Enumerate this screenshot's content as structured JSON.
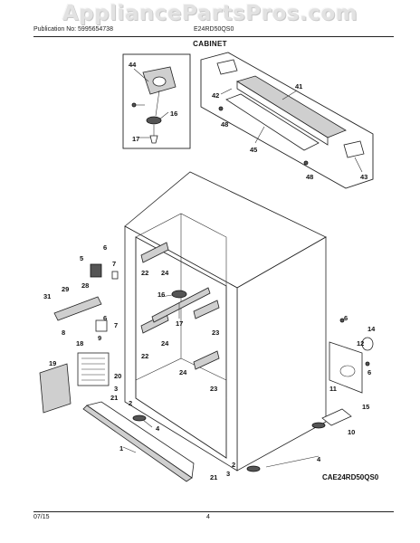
{
  "watermark": "AppliancePartsPros.com",
  "header": {
    "publication": "Publication No: 5995654738",
    "model": "E24RD50QS0"
  },
  "section": {
    "title": "CABINET"
  },
  "diagram": {
    "model_code": "CAE24RD50QS0",
    "callouts": {
      "c1": "1",
      "c2a": "2",
      "c2b": "2",
      "c3a": "3",
      "c3b": "3",
      "c4a": "4",
      "c4b": "4",
      "c5": "5",
      "c6a": "6",
      "c6b": "6",
      "c6c": "6",
      "c7a": "7",
      "c7b": "7",
      "c8": "8",
      "c9": "9",
      "c10": "10",
      "c11": "11",
      "c12": "12",
      "c14": "14",
      "c15": "15",
      "c16a": "16",
      "c16b": "16",
      "c17a": "17",
      "c17b": "17",
      "c18": "18",
      "c19": "19",
      "c20": "20",
      "c21a": "21",
      "c21b": "21",
      "c22a": "22",
      "c22b": "22",
      "c23a": "23",
      "c23b": "23",
      "c24a": "24",
      "c24b": "24",
      "c24c": "24",
      "c28": "28",
      "c29": "29",
      "c31": "31",
      "c41": "41",
      "c42": "42",
      "c43": "43",
      "c44": "44",
      "c45": "45",
      "c48a": "48",
      "c48b": "48"
    }
  },
  "footer": {
    "date": "07/15",
    "page": "4"
  }
}
